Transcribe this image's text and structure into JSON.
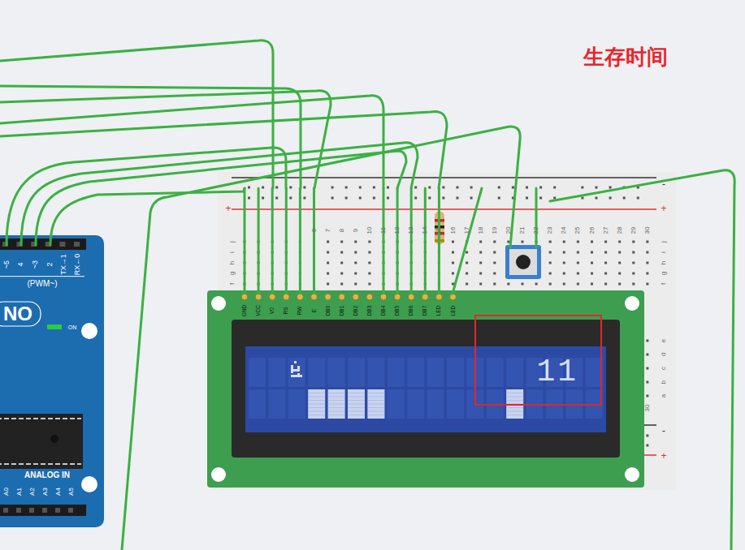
{
  "diagram": {
    "nodes": [
      {
        "text": [
          "11"
        ]
      }
    ],
    "labels": [
      "生存时间",
      "~5",
      "4",
      "~3",
      "2",
      "TX→1",
      "RX←0",
      "(PWM~)",
      "NO",
      "ON",
      "ANALOG IN",
      "A0",
      "A1",
      "A2",
      "A3",
      "A4",
      "A5",
      "GND",
      "VCC",
      "V0",
      "RS",
      "RW",
      "E",
      "DB0",
      "DB1",
      "DB2",
      "DB3",
      "DB4",
      "DB5",
      "DB6",
      "DB7",
      "LED",
      "LED",
      "6",
      "7",
      "8",
      "9",
      "10",
      "11",
      "12",
      "13",
      "14",
      "15",
      "16",
      "17",
      "18",
      "19",
      "20",
      "21",
      "22",
      "23",
      "24",
      "25",
      "26",
      "27",
      "28",
      "29",
      "30",
      "j",
      "i",
      "h",
      "g",
      "f",
      "j",
      "i",
      "h",
      "g",
      "f",
      "e",
      "d",
      "c",
      "b",
      "a",
      "30",
      "+",
      "-",
      "+",
      "-",
      "+"
    ]
  }
}
